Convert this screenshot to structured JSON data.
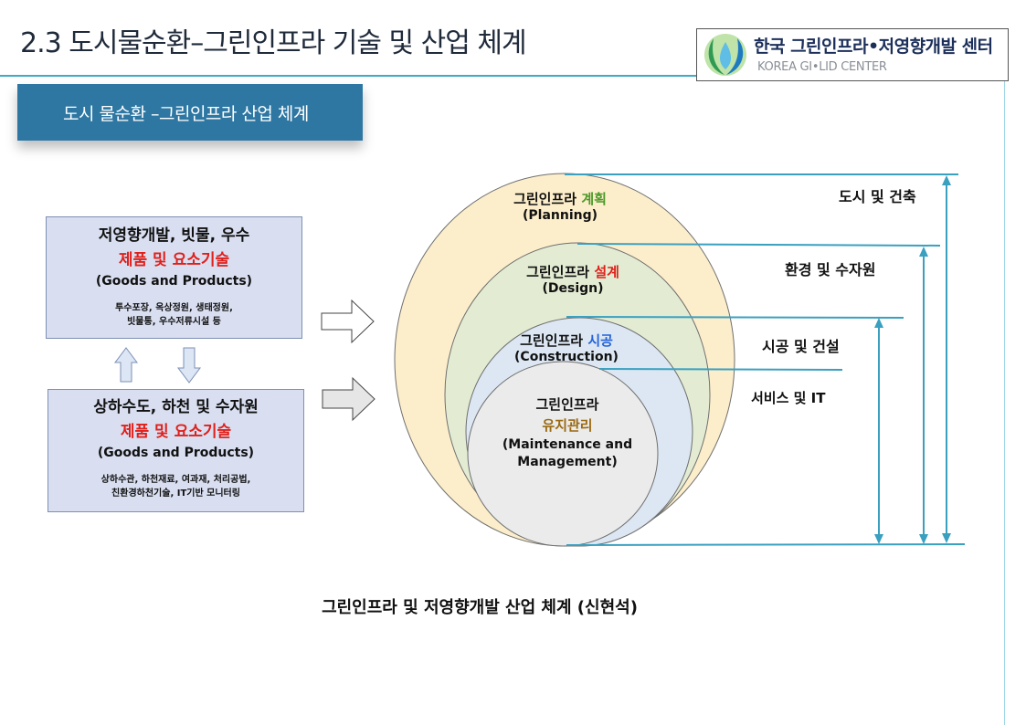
{
  "header": {
    "title": "2.3 도시물순환–그린인프라 기술 및 산업 체계",
    "logo_name": "한국 그린인프라•저영향개발 센터",
    "logo_sub": "KOREA GI•LID CENTER"
  },
  "section_label": "도시 물순환 –그린인프라  산업 체계",
  "goods_box_1": {
    "line1": "저영향개발, 빗물, 우수",
    "line2": "제품 및 요소기술",
    "line3": "(Goods and Products)",
    "detail1": "투수포장, 옥상정원, 생태정원,",
    "detail2": "빗물통, 우수저류시설 등"
  },
  "goods_box_2": {
    "line1": "상하수도, 하천 및 수자원",
    "line2": "제품 및 요소기술",
    "line3": "(Goods and Products)",
    "detail1": "상하수관, 하천재료, 여과재, 처리공법,",
    "detail2": "친환경하천기술, IT기반 모니터링"
  },
  "stages": {
    "planning": {
      "prefix": "그린인프라 ",
      "keyword": "계획",
      "english": "(Planning)"
    },
    "design": {
      "prefix": "그린인프라 ",
      "keyword": "설계",
      "english": "(Design)"
    },
    "construction": {
      "prefix": "그린인프라 ",
      "keyword": "시공",
      "english": "(Construction)"
    },
    "maintenance": {
      "prefix": "그린인프라",
      "keyword": "유지관리",
      "english1": "(Maintenance and",
      "english2": "Management)"
    }
  },
  "categories": [
    "도시 및 건축",
    "환경 및 수자원",
    "시공 및 건설",
    "서비스 및 IT"
  ],
  "caption": "그린인프라 및  저영향개발 산업 체계 (신현석)",
  "colors": {
    "outer_circle": "#fdeecb",
    "design_circle": "#e3ecd3",
    "construction_circle": "#dce7f3",
    "maintenance_circle": "#ebebeb",
    "section_bar": "#2e77a3",
    "accent_line": "#3fa9c6"
  }
}
